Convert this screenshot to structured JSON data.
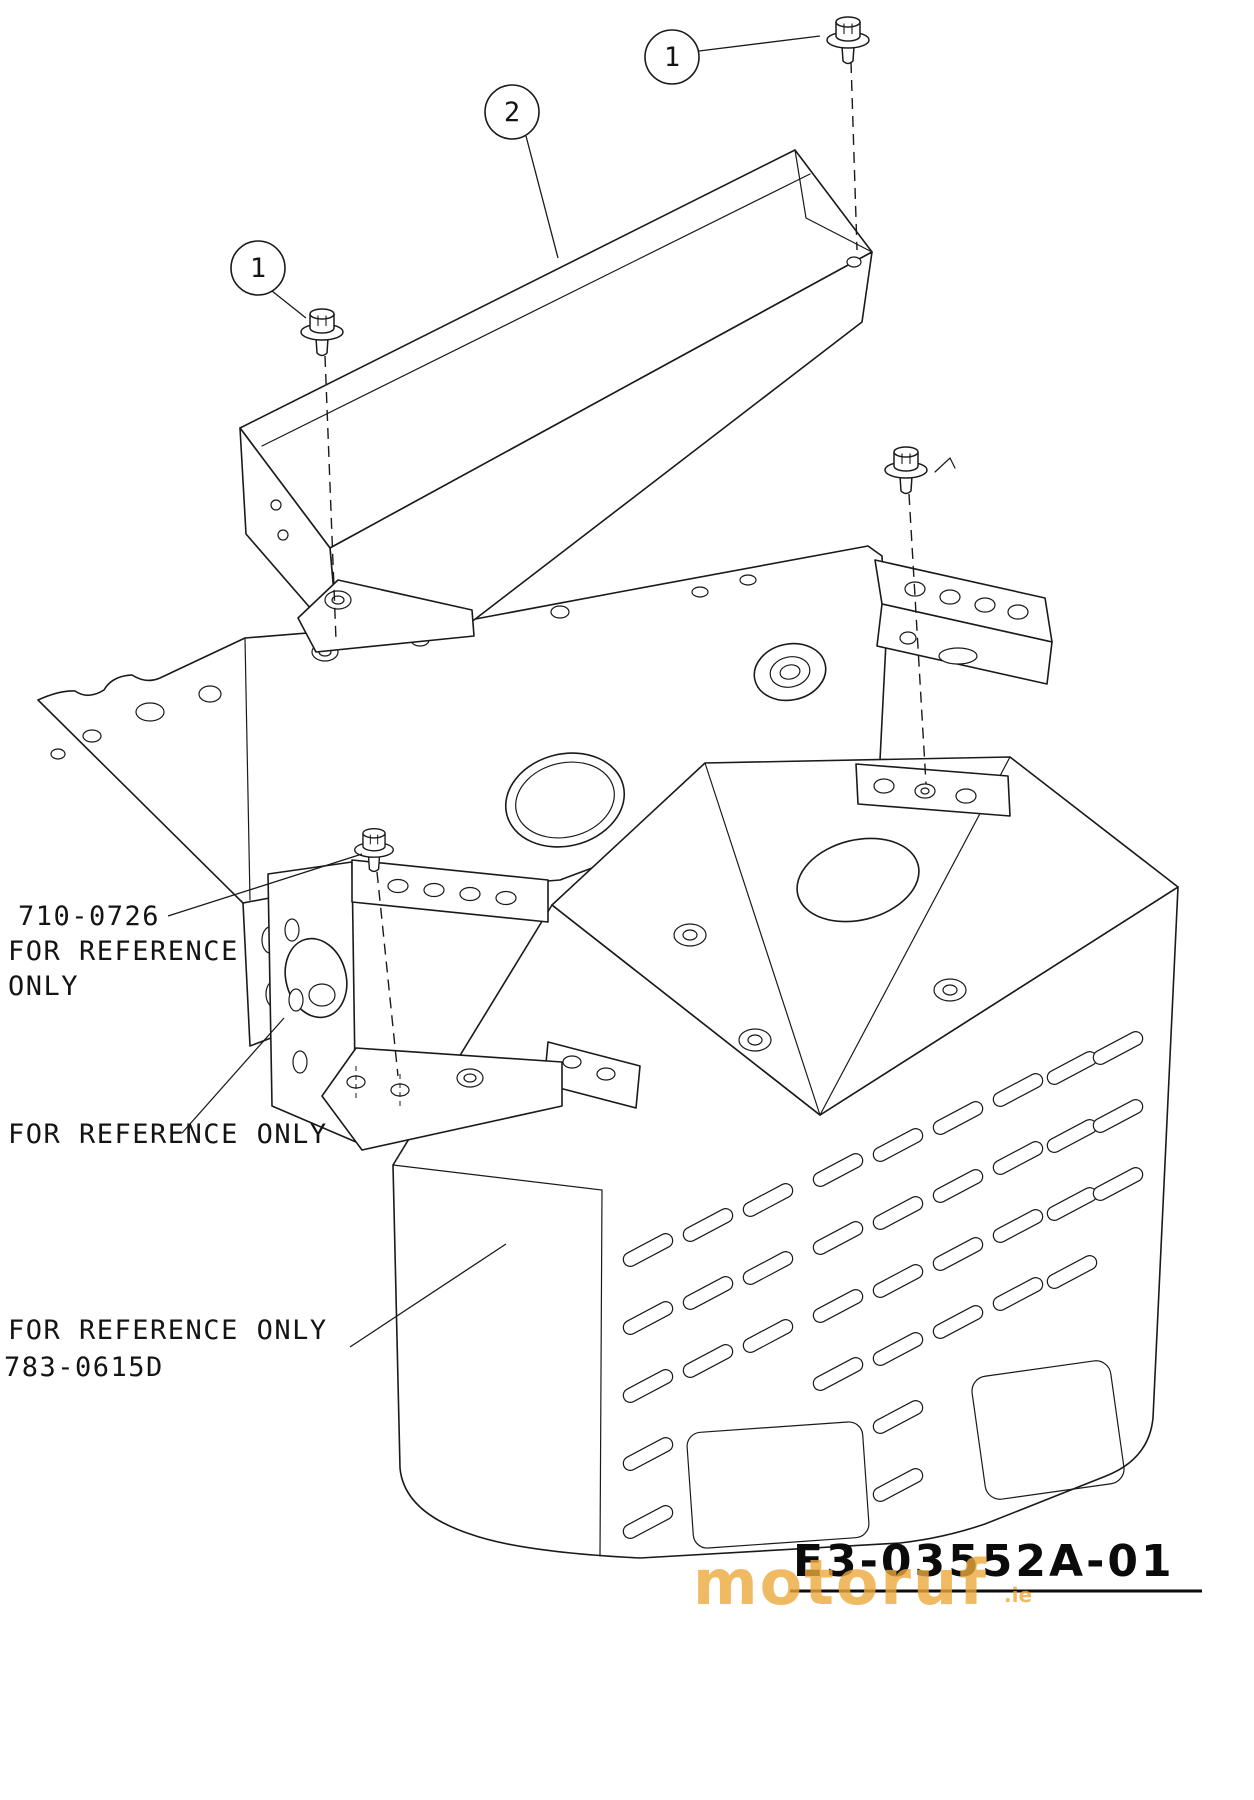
{
  "diagram": {
    "background": "#ffffff",
    "line_color": "#1a1a1a",
    "callouts": [
      {
        "id": "bolt-top-right",
        "label": "1"
      },
      {
        "id": "cover",
        "label": "2"
      },
      {
        "id": "bolt-left",
        "label": "1"
      }
    ],
    "reference_labels": {
      "bolt_part_number": "710-0726",
      "bolt_ref_line1": "FOR REFERENCE",
      "bolt_ref_line2": "ONLY",
      "bracket_ref": "FOR REFERENCE ONLY",
      "guard_ref": "FOR REFERENCE ONLY",
      "guard_part_number": "783-0615D"
    },
    "drawing_number": "E3-03552A-01",
    "watermark": {
      "text": "motoruf",
      "suffix": ".ie",
      "color": "#EDA93C"
    }
  }
}
